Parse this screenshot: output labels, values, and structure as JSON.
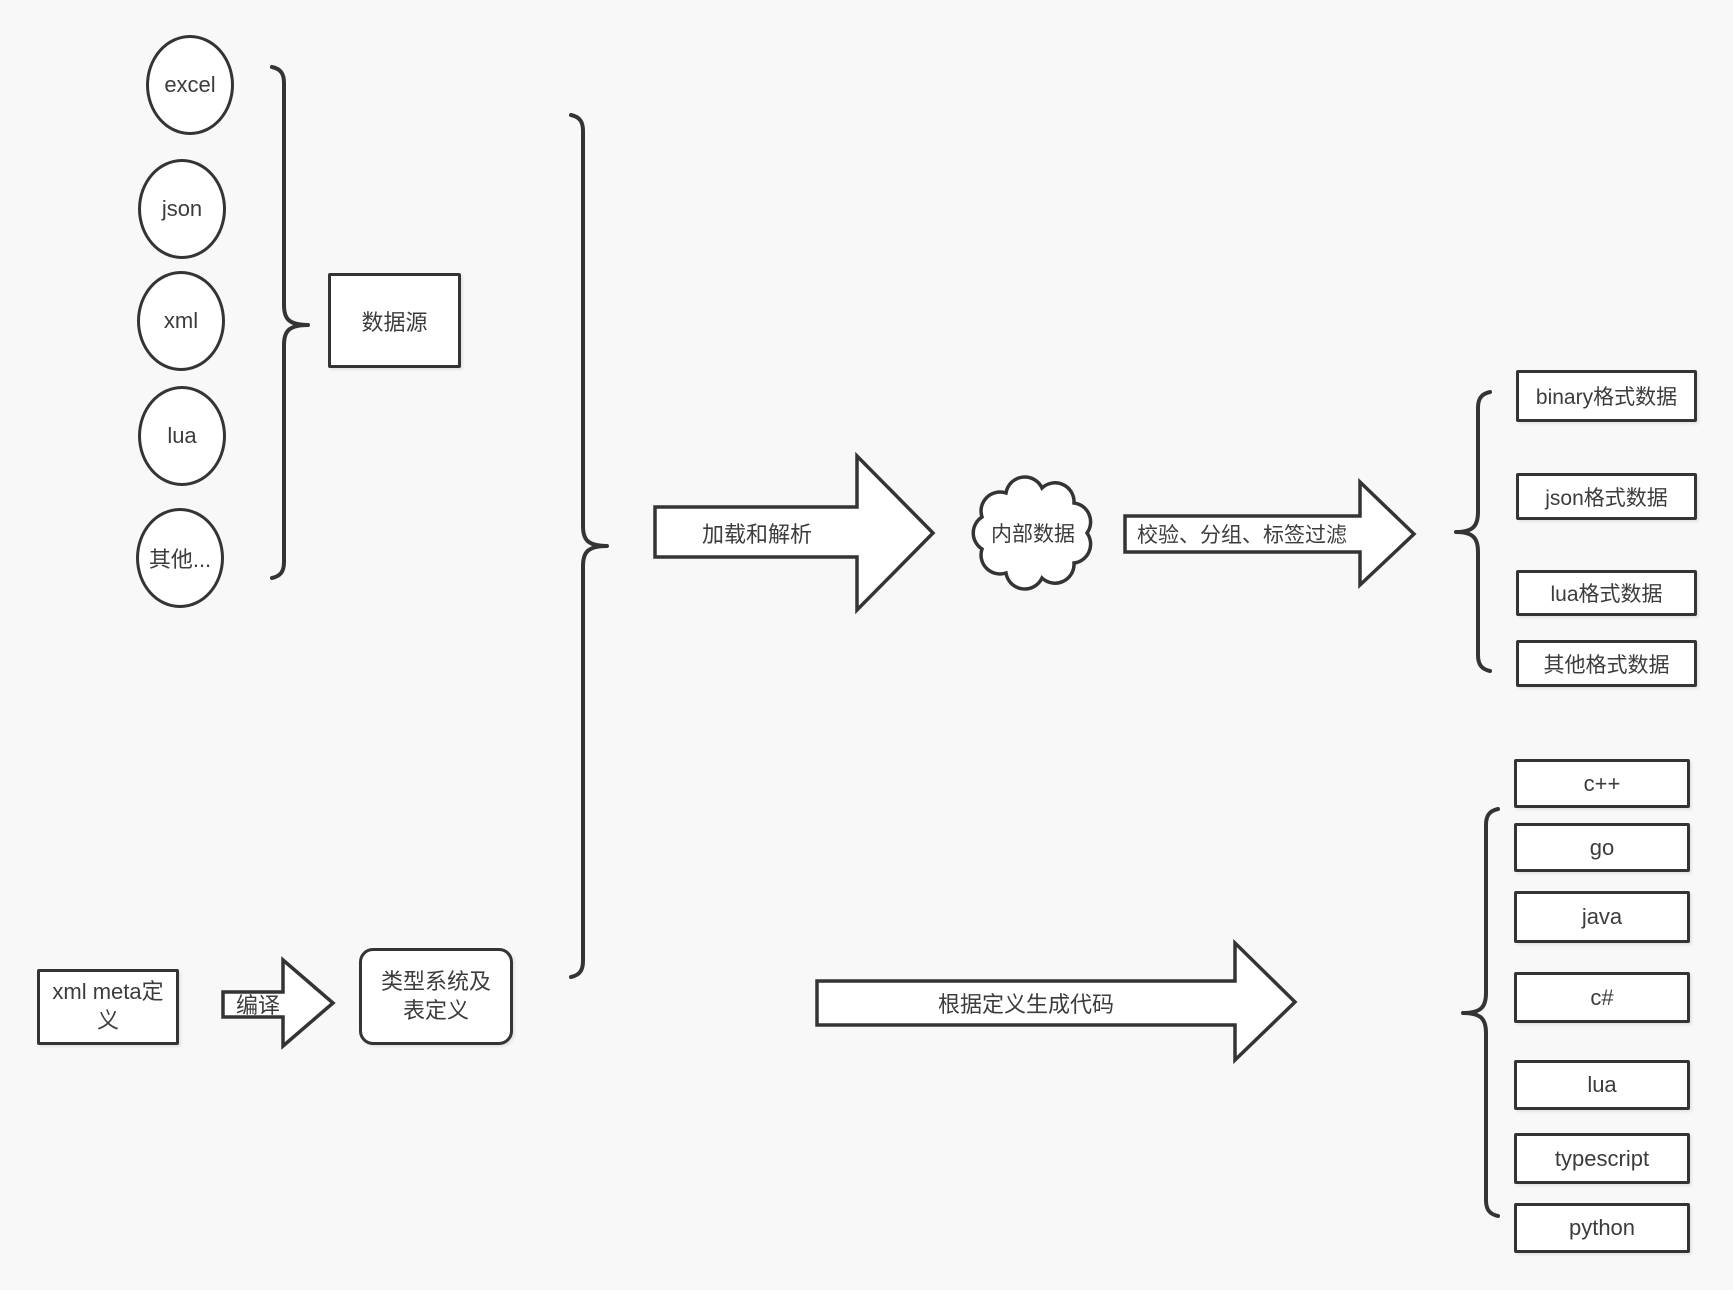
{
  "diagram": {
    "colors": {
      "background": "#f8f8f8",
      "stroke": "#343434",
      "shape_fill": "#ffffff",
      "text": "#3c3c3c"
    },
    "sources": {
      "group_label": "数据源",
      "items": [
        {
          "label": "excel"
        },
        {
          "label": "json"
        },
        {
          "label": "xml"
        },
        {
          "label": "lua"
        },
        {
          "label": "其他..."
        }
      ]
    },
    "definition": {
      "xml_meta_label": "xml meta定义",
      "compile_arrow_label": "编译",
      "type_system_label": "类型系统及表定义"
    },
    "pipeline": {
      "load_parse_label": "加载和解析",
      "internal_data_label": "内部数据",
      "filter_label": "校验、分组、标签过滤",
      "codegen_label": "根据定义生成代码"
    },
    "outputs": {
      "formats": [
        {
          "label": "binary格式数据"
        },
        {
          "label": "json格式数据"
        },
        {
          "label": "lua格式数据"
        },
        {
          "label": "其他格式数据"
        }
      ],
      "languages": [
        {
          "label": "c++"
        },
        {
          "label": "go"
        },
        {
          "label": "java"
        },
        {
          "label": "c#"
        },
        {
          "label": "lua"
        },
        {
          "label": "typescript"
        },
        {
          "label": "python"
        }
      ]
    }
  }
}
